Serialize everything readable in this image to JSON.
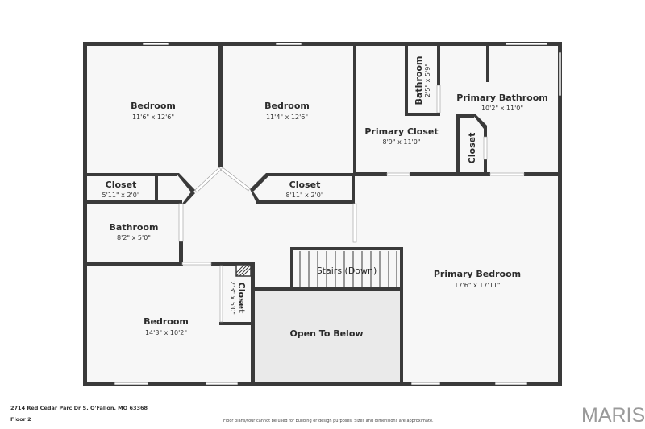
{
  "rooms": {
    "bedroom_nw": {
      "name": "Bedroom",
      "dims": "11'6\" x 12'6\""
    },
    "bedroom_n2": {
      "name": "Bedroom",
      "dims": "11'4\" x 12'6\""
    },
    "primary_closet": {
      "name": "Primary Closet",
      "dims": "8'9\" x 11'0\""
    },
    "bathroom_small": {
      "name": "Bathroom",
      "dims": "2'5\" x 5'9\""
    },
    "primary_bathroom": {
      "name": "Primary Bathroom",
      "dims": "10'2\" x 11'0\""
    },
    "closet_pb": {
      "name": "Closet"
    },
    "closet_w": {
      "name": "Closet",
      "dims": "5'11\" x 2'0\""
    },
    "closet_mid": {
      "name": "Closet",
      "dims": "8'11\" x 2'0\""
    },
    "bathroom_w": {
      "name": "Bathroom",
      "dims": "8'2\" x 5'0\""
    },
    "stairs": {
      "name": "Stairs (Down)"
    },
    "primary_bedroom": {
      "name": "Primary Bedroom",
      "dims": "17'6\" x 17'11\""
    },
    "closet_sw": {
      "name": "Closet",
      "dims": "2'3\" x 5'0\""
    },
    "bedroom_sw": {
      "name": "Bedroom",
      "dims": "14'3\" x 10'2\""
    },
    "open_below": {
      "name": "Open To Below"
    }
  },
  "footer": {
    "address": "2714 Red Cedar Parc Dr S, O'Fallon, MO 63368",
    "floor": "Floor 2",
    "disclaimer": "Floor plans/tour cannot be used for building or design purposes. Sizes and dimensions are approximate.",
    "brand": "MARIS"
  },
  "colors": {
    "wall": "#3a3a3a",
    "floor": "#f7f7f7",
    "open_below": "#eaeaea",
    "window": "#ffffff",
    "brand": "#9a9a9a"
  }
}
